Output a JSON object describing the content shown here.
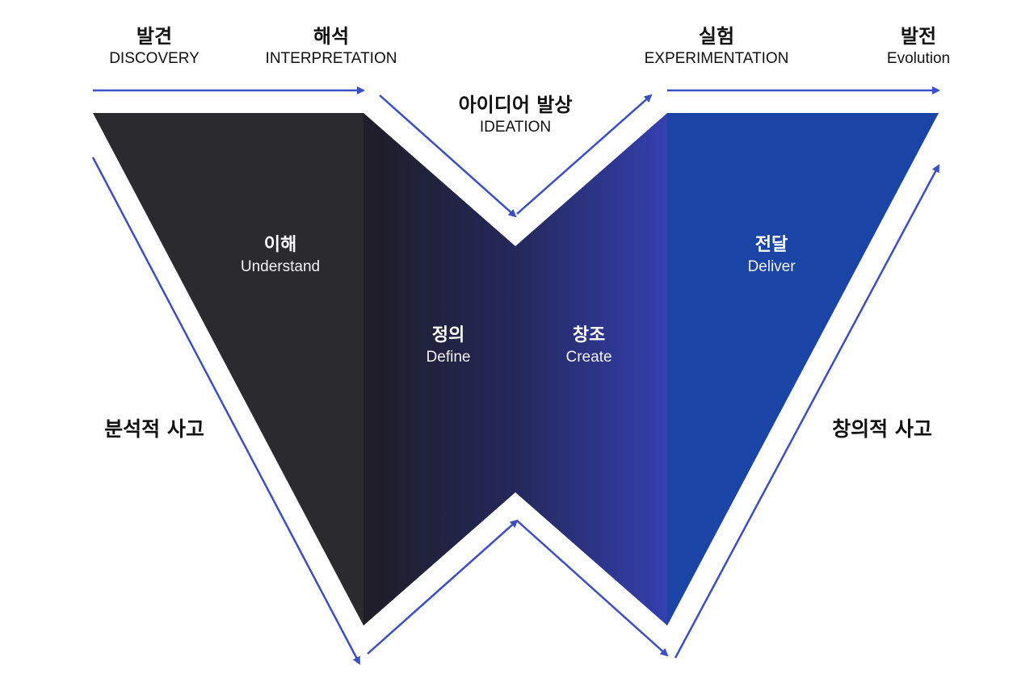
{
  "colors": {
    "dark": "#2b2a2d",
    "blue": "#1a45a6",
    "arrow": "#3a4fc4"
  },
  "stages_top": [
    {
      "ko": "발견",
      "en": "DISCOVERY"
    },
    {
      "ko": "해석",
      "en": "INTERPRETATION"
    },
    {
      "ko": "아이디어 발상",
      "en": "IDEATION"
    },
    {
      "ko": "실험",
      "en": "EXPERIMENTATION"
    },
    {
      "ko": "발전",
      "en": "Evolution"
    }
  ],
  "phases": [
    {
      "ko": "이해",
      "en": "Understand"
    },
    {
      "ko": "정의",
      "en": "Define"
    },
    {
      "ko": "창조",
      "en": "Create"
    },
    {
      "ko": "전달",
      "en": "Deliver"
    }
  ],
  "side_labels": {
    "left": "분석적 사고",
    "right": "창의적 사고"
  }
}
